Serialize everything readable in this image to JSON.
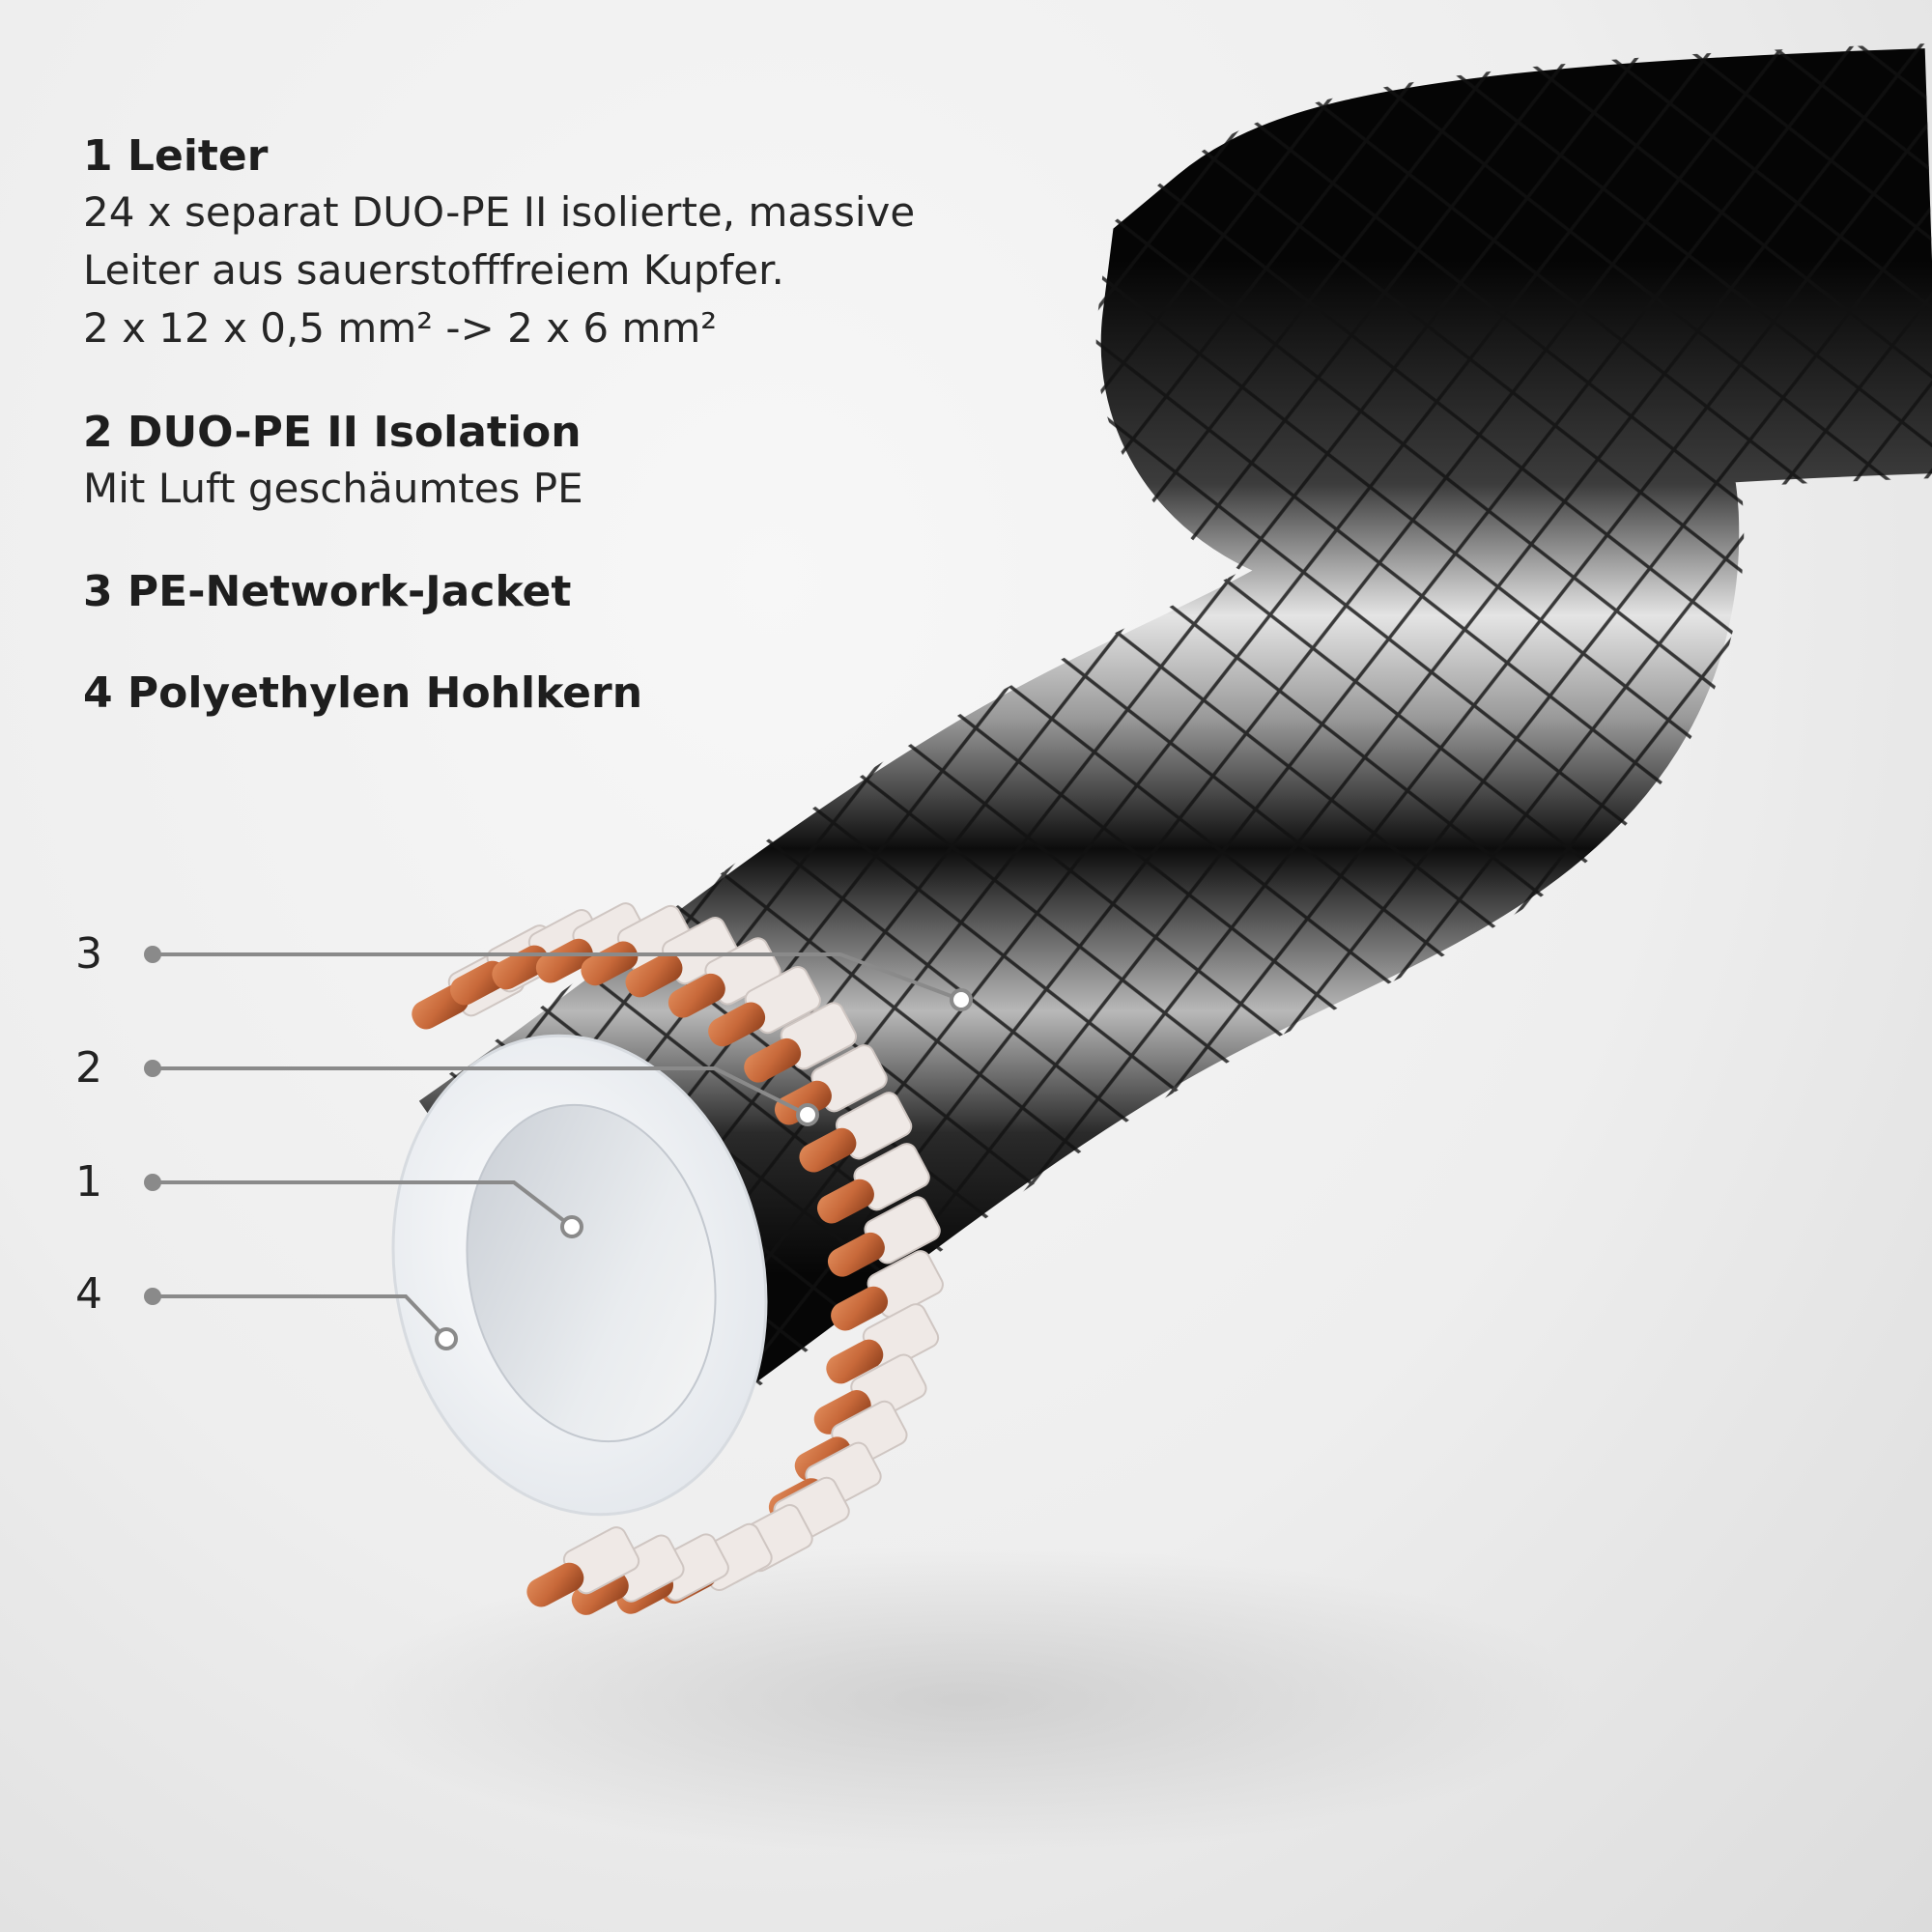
{
  "legend": [
    {
      "heading": "1 Leiter",
      "lines": [
        "24 x separat DUO-PE II isolierte, massive",
        "Leiter aus sauerstofffreiem Kupfer.",
        "2 x 12 x 0,5 mm² -> 2 x 6 mm²"
      ]
    },
    {
      "heading": "2 DUO-PE II Isolation",
      "lines": [
        "Mit Luft geschäumtes PE"
      ]
    },
    {
      "heading": "3 PE-Network-Jacket",
      "lines": []
    },
    {
      "heading": "4 Polyethylen Hohlkern",
      "lines": []
    }
  ],
  "callouts": [
    {
      "num": "3",
      "part": "pe-network-jacket"
    },
    {
      "num": "2",
      "part": "duo-pe-ii-isolation"
    },
    {
      "num": "1",
      "part": "conductor"
    },
    {
      "num": "4",
      "part": "hollow-core"
    }
  ],
  "colors": {
    "copper": "#c8693a",
    "insulation": "#efe9e6",
    "jacket_mesh": "#1a1a1a",
    "hollow_core": "#ebeef2",
    "leader_line": "#8a8a8a"
  }
}
